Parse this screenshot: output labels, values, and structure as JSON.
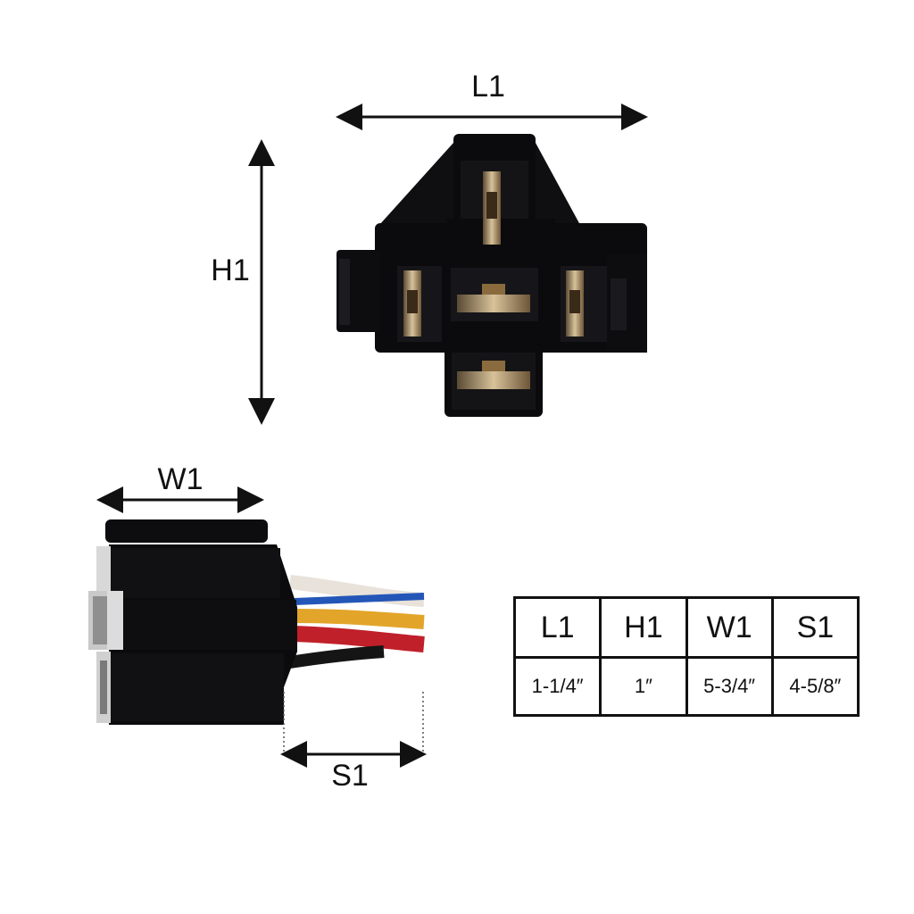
{
  "dimension_labels": {
    "length": "L1",
    "height": "H1",
    "width": "W1",
    "wire_span": "S1"
  },
  "spec_table": {
    "headers": [
      "L1",
      "H1",
      "W1",
      "S1"
    ],
    "values": [
      "1-1/4″",
      "1″",
      "5-3/4″",
      "4-5/8″"
    ]
  },
  "colors": {
    "housing": "#0b0b0d",
    "terminal": "#9c7a44",
    "wire_white": "#e8e2da",
    "wire_blue": "#2456b8",
    "wire_yellow": "#e2a52a",
    "wire_red": "#c0202a",
    "wire_black": "#151515"
  }
}
